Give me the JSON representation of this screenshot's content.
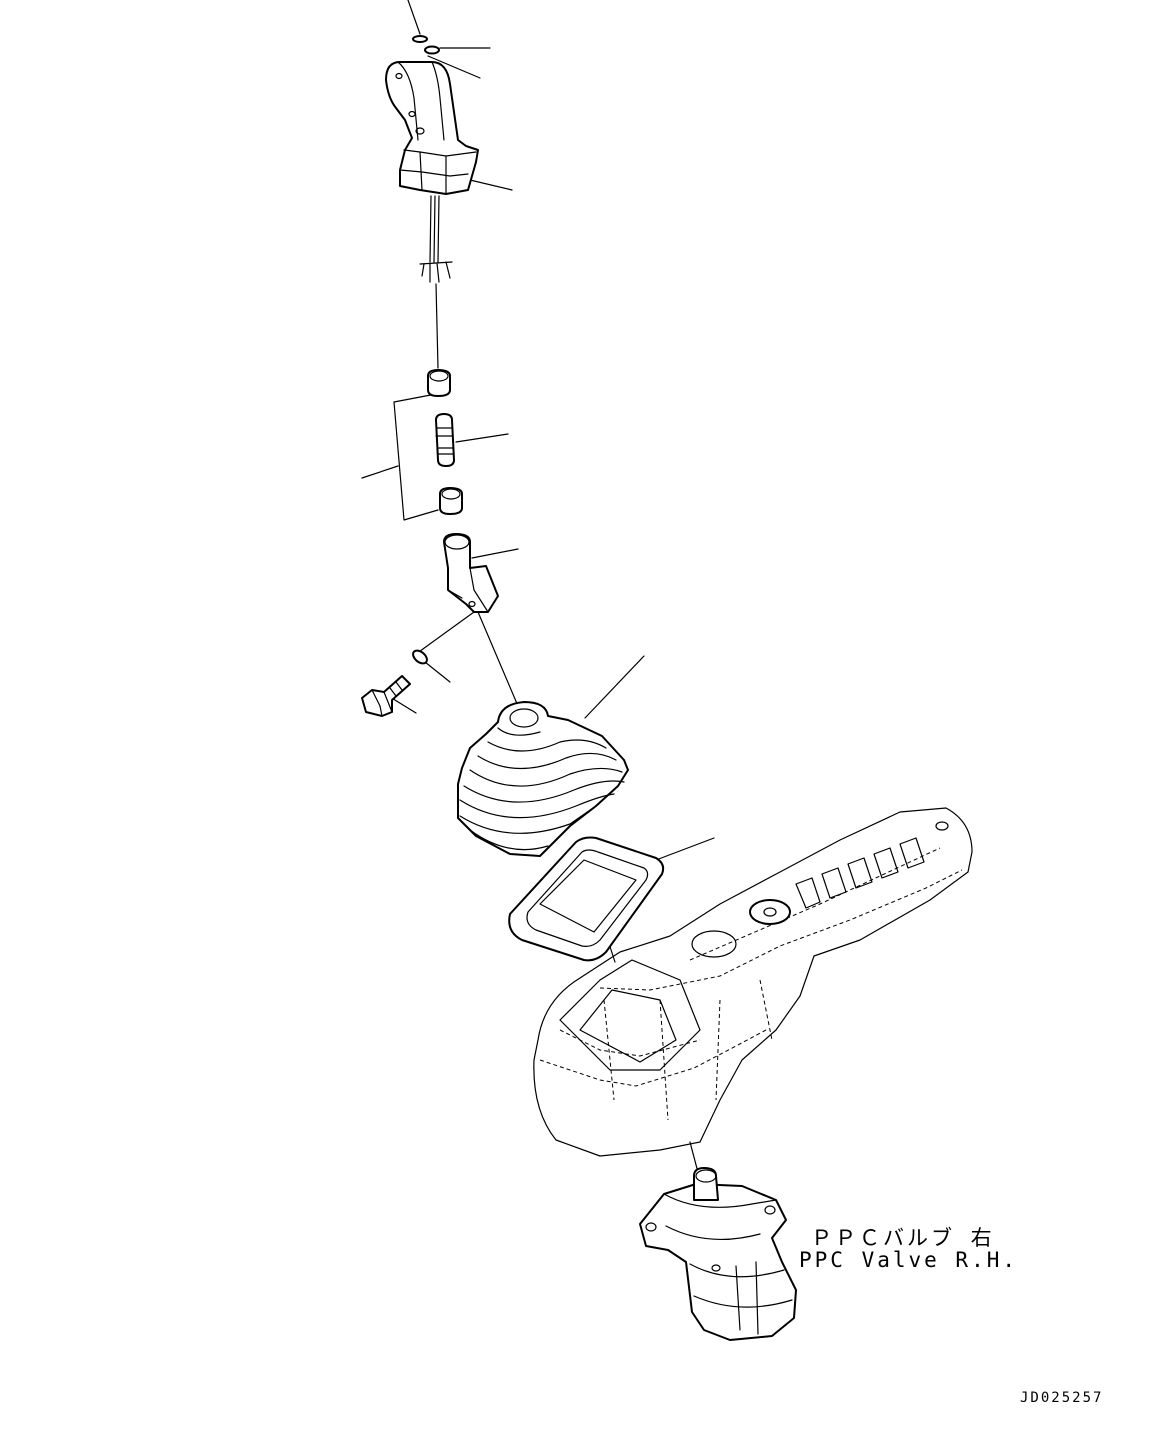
{
  "labels": {
    "valve_jp": "ＰＰＣバルブ 右",
    "valve_en": "PPC Valve R.H.",
    "drawing_number": "JD025257"
  }
}
